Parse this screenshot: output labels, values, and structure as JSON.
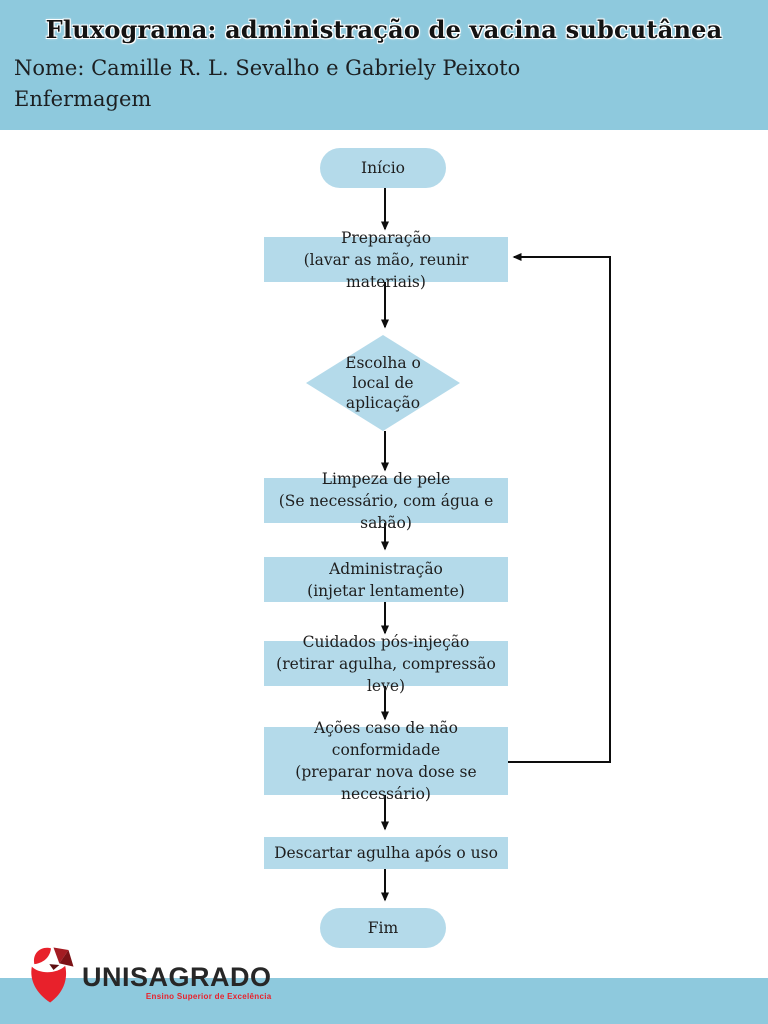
{
  "header": {
    "title": "Fluxograma: administração de vacina subcutânea",
    "name_line": "Nome: Camille R. L. Sevalho e Gabriely Peixoto",
    "course_line": "Enfermagem"
  },
  "flowchart": {
    "nodes": [
      {
        "id": "inicio",
        "type": "terminator",
        "lines": [
          "Início"
        ]
      },
      {
        "id": "preparacao",
        "type": "process",
        "lines": [
          "Preparação",
          "(lavar as mão, reunir materiais)"
        ]
      },
      {
        "id": "escolha-local",
        "type": "decision",
        "lines": [
          "Escolha o",
          "local de",
          "aplicação"
        ]
      },
      {
        "id": "limpeza",
        "type": "process",
        "lines": [
          "Limpeza de pele",
          "(Se necessário, com água e sabão)"
        ]
      },
      {
        "id": "administracao",
        "type": "process",
        "lines": [
          "Administração",
          "(injetar lentamente)"
        ]
      },
      {
        "id": "cuidados",
        "type": "process",
        "lines": [
          "Cuidados pós-injeção",
          "(retirar agulha, compressão leve)"
        ]
      },
      {
        "id": "acoes",
        "type": "process",
        "lines": [
          "Ações caso de não conformidade",
          "(preparar nova dose se",
          "necessário)"
        ]
      },
      {
        "id": "descartar",
        "type": "process",
        "lines": [
          "Descartar agulha após o uso"
        ]
      },
      {
        "id": "fim",
        "type": "terminator",
        "lines": [
          "Fim"
        ]
      }
    ],
    "edges": [
      {
        "from": "inicio",
        "to": "preparacao"
      },
      {
        "from": "preparacao",
        "to": "escolha-local"
      },
      {
        "from": "escolha-local",
        "to": "limpeza"
      },
      {
        "from": "limpeza",
        "to": "administracao"
      },
      {
        "from": "administracao",
        "to": "cuidados"
      },
      {
        "from": "cuidados",
        "to": "acoes"
      },
      {
        "from": "acoes",
        "to": "descartar"
      },
      {
        "from": "descartar",
        "to": "fim"
      },
      {
        "from": "acoes",
        "to": "preparacao",
        "kind": "feedback"
      }
    ]
  },
  "footer": {
    "logo_text": "UNISAGRADO",
    "logo_tagline": "Ensino Superior de Excelência"
  },
  "colors": {
    "header_bg": "#8ec9dd",
    "footer_bg": "#8ec9dd",
    "node_fill": "#b4daea",
    "connector": "#0d0d0d",
    "logo_red": "#e8212b",
    "logo_dark_red": "#a41c22",
    "logo_deep_red": "#7c1216",
    "text": "#1e1e1e"
  }
}
